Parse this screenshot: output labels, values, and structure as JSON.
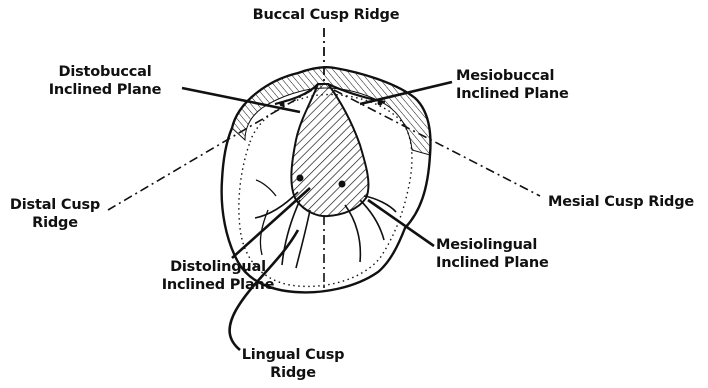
{
  "labels": {
    "buccal_cusp_ridge": "Buccal Cusp Ridge",
    "distobuccal_line1": "Distobuccal",
    "distobuccal_line2": "Inclined Plane",
    "mesiobuccal_line1": "Mesiobuccal",
    "mesiobuccal_line2": "Inclined Plane",
    "distal_cusp_line1": "Distal Cusp",
    "distal_cusp_line2": "Ridge",
    "mesial_cusp_ridge": "Mesial Cusp Ridge",
    "distolingual_line1": "Distolingual",
    "distolingual_line2": "Inclined Plane",
    "mesiolingual_line1": "Mesiolingual",
    "mesiolingual_line2": "Inclined Plane",
    "lingual_cusp_line1": "Lingual Cusp",
    "lingual_cusp_line2": "Ridge"
  },
  "colors": {
    "ink": "#111111",
    "background": "#ffffff"
  }
}
